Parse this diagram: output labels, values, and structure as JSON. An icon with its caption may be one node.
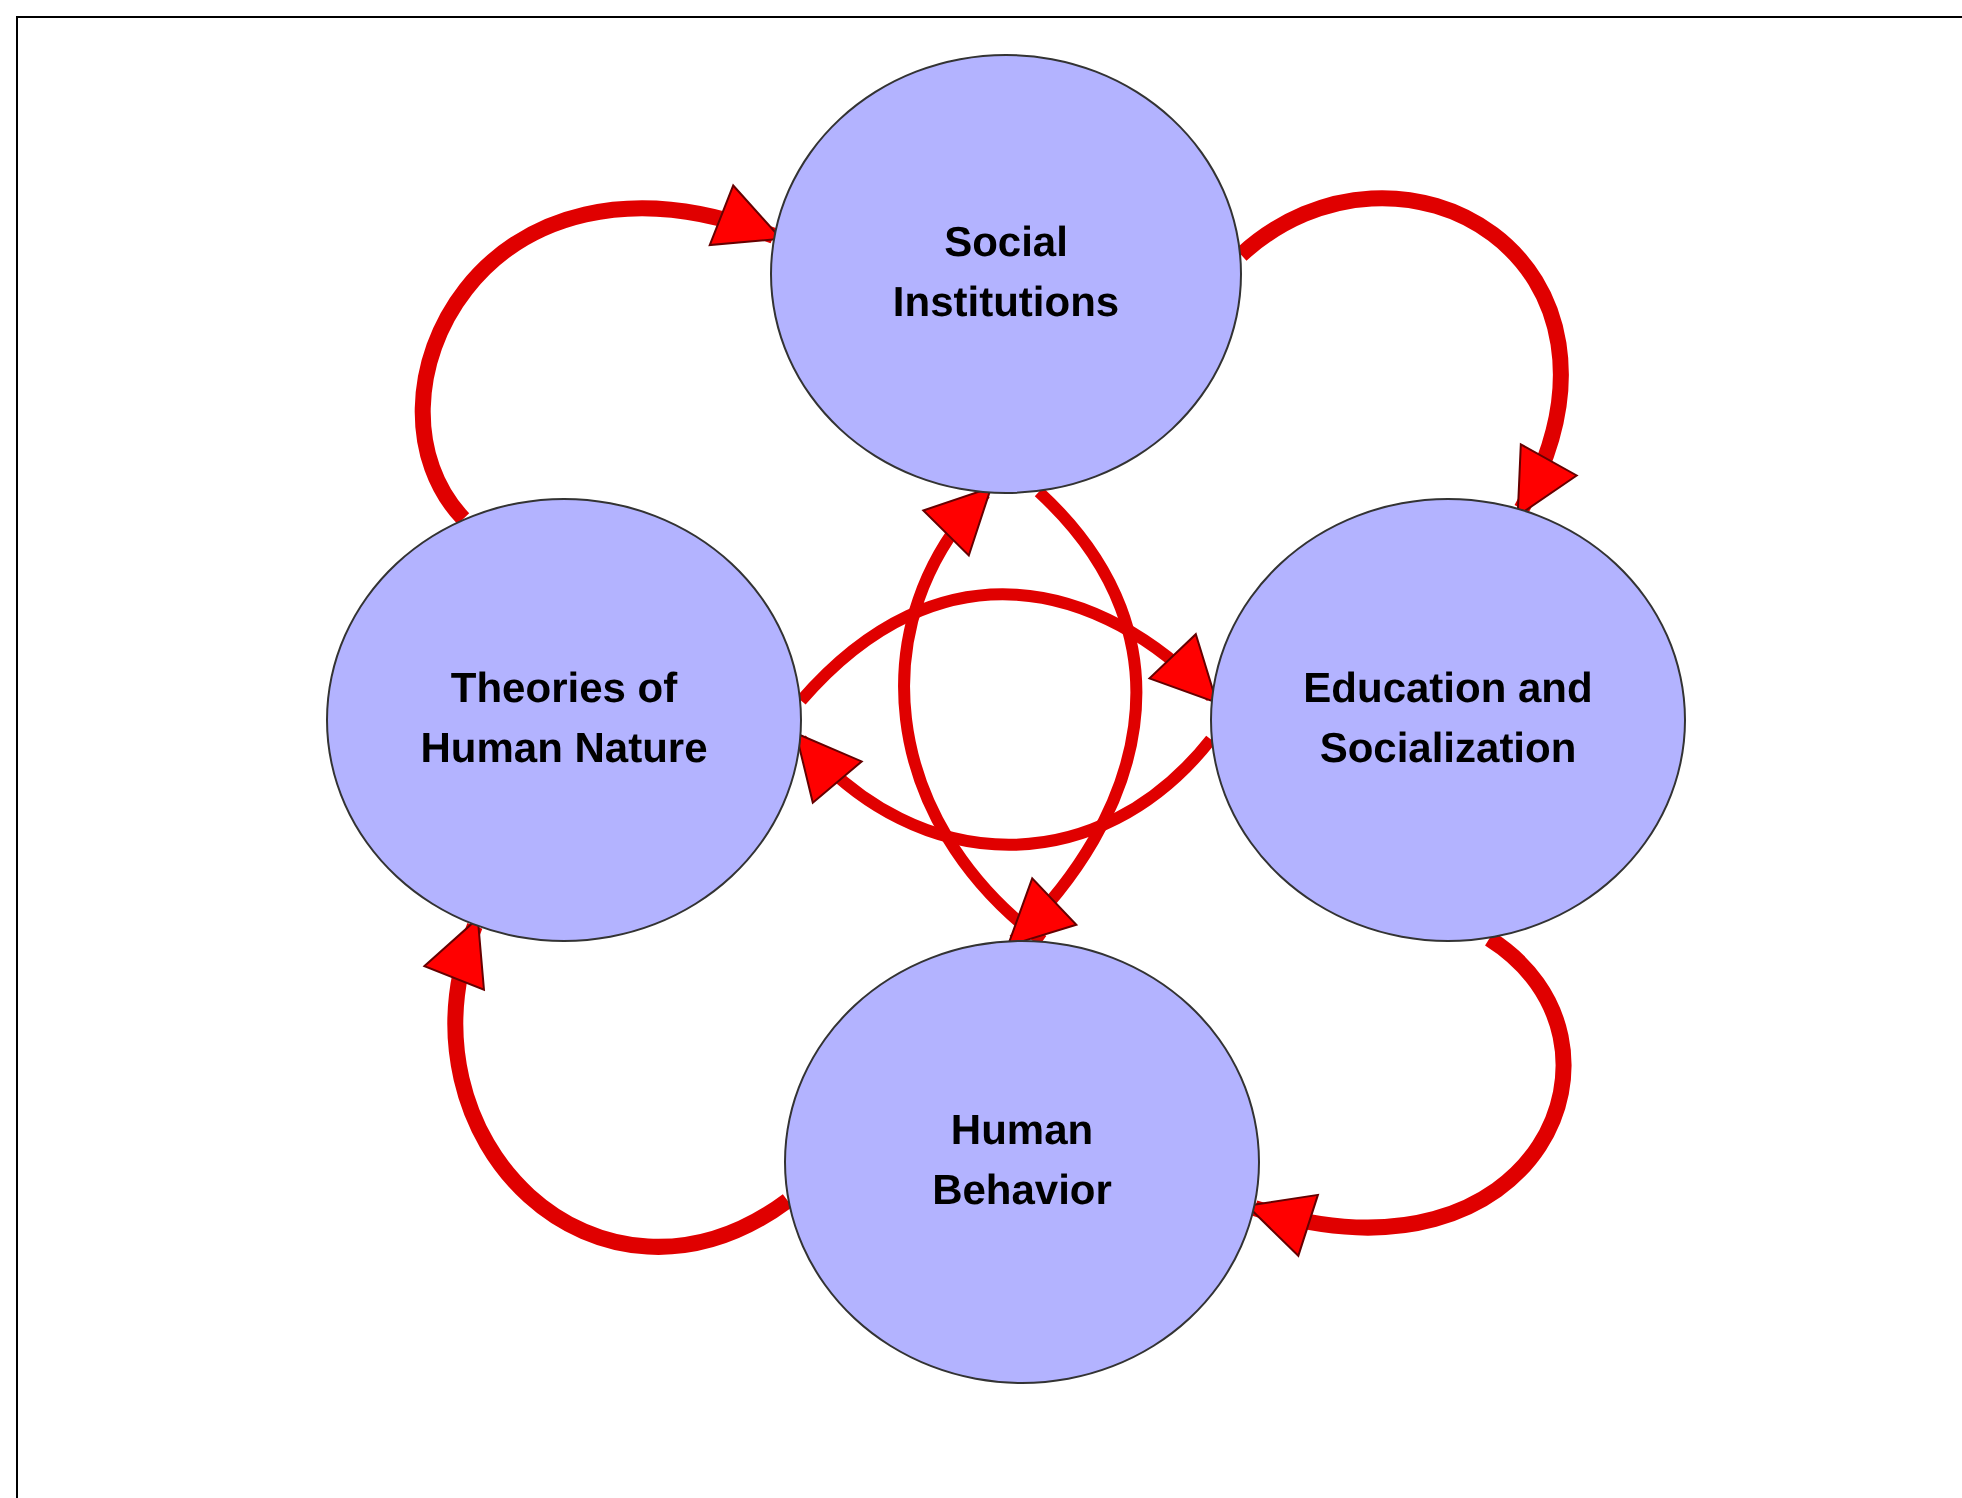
{
  "diagram": {
    "nodes": [
      {
        "text": [
          "Social Institutions"
        ]
      },
      {
        "text": [
          "Theories of Human Nature"
        ]
      },
      {
        "text": [
          "Education and Socialization"
        ]
      },
      {
        "text": [
          "Human Behavior"
        ]
      }
    ],
    "edges": [
      {
        "from": 1,
        "to": 0,
        "arrow": "to"
      },
      {
        "from": 0,
        "to": 2,
        "arrow": "to"
      },
      {
        "from": 2,
        "to": 3,
        "arrow": "to"
      },
      {
        "from": 3,
        "to": 1,
        "arrow": "to"
      },
      {
        "from": 3,
        "to": 0,
        "arrow": "to"
      },
      {
        "from": 0,
        "to": 3,
        "arrow": "to"
      },
      {
        "from": 1,
        "to": 2,
        "arrow": "to"
      },
      {
        "from": 2,
        "to": 1,
        "arrow": "to"
      }
    ]
  }
}
